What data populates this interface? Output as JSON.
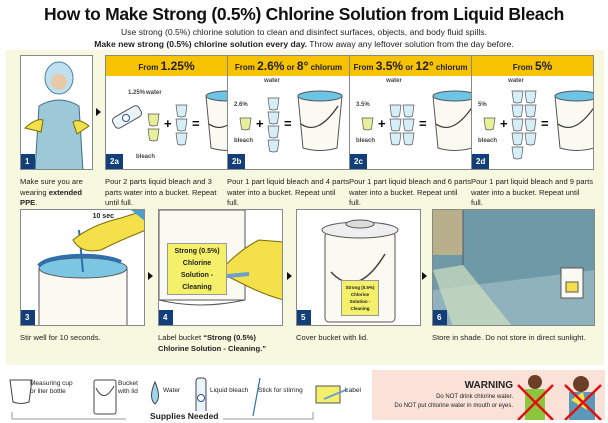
{
  "title": "How to Make Strong (0.5%) Chlorine Solution from Liquid Bleach",
  "subtitle": "Use strong (0.5%) chlorine solution to clean and disinfect surfaces, objects, and body fluid spills.",
  "subtitle2_bold": "Make new strong (0.5%) chlorine solution every day.",
  "subtitle2_rest": " Throw away any leftover solution from the day before.",
  "step1": {
    "num": "1",
    "text_pre": "Make sure you are wearing ",
    "text_bold": "extended PPE",
    "text_post": "."
  },
  "mixes": [
    {
      "num": "2a",
      "from": "From ",
      "pct": "1.25%",
      "extra": "",
      "extra_unit": "",
      "bleach_pct": "1.25%",
      "water": "water",
      "bleach": "bleach",
      "text": "Pour 2 parts liquid bleach and 3 parts water into a bucket. Repeat until full.",
      "bleach_parts": 2,
      "water_parts": 3
    },
    {
      "num": "2b",
      "from": "From ",
      "pct": "2.6%",
      "extra": " or ",
      "extra_big": "8°",
      "extra_unit": " chlorum",
      "bleach_pct": "2.6%",
      "water": "water",
      "bleach": "bleach",
      "text": "Pour 1 part liquid bleach and 4 parts water into a bucket. Repeat until full.",
      "bleach_parts": 1,
      "water_parts": 4
    },
    {
      "num": "2c",
      "from": "From ",
      "pct": "3.5%",
      "extra": " or ",
      "extra_big": "12°",
      "extra_unit": " chlorum",
      "bleach_pct": "3.5%",
      "water": "water",
      "bleach": "bleach",
      "text": "Pour 1 part liquid bleach and 6 parts water into a bucket. Repeat until full.",
      "bleach_parts": 1,
      "water_parts": 6
    },
    {
      "num": "2d",
      "from": "From ",
      "pct": "5%",
      "extra": "",
      "extra_unit": "",
      "bleach_pct": "5%",
      "water": "water",
      "bleach": "bleach",
      "text": "Pour 1 part liquid bleach and 9 parts water into a bucket. Repeat until full.",
      "bleach_parts": 1,
      "water_parts": 9
    }
  ],
  "step3": {
    "num": "3",
    "timer": "10 sec",
    "text": "Stir well for 10 seconds."
  },
  "step4": {
    "num": "4",
    "label_lines": [
      "Strong (0.5%)",
      "Chlorine",
      "Solution -",
      "Cleaning"
    ],
    "text_pre": "Label bucket ",
    "text_bold": "“Strong (0.5%) Chlorine Solution - Cleaning.”"
  },
  "step5": {
    "num": "5",
    "label_lines": [
      "Strong (0.5%)",
      "Chlorine",
      "Solution -",
      "Cleaning"
    ],
    "text": "Cover bucket with lid."
  },
  "step6": {
    "num": "6",
    "text": "Store in shade. Do not store in direct sunlight."
  },
  "supplies": {
    "title": "Supplies Needed",
    "items": [
      "Measuring cup or liter bottle",
      "Bucket with lid",
      "Water",
      "Liquid bleach",
      "Stick for stirring",
      "Label"
    ]
  },
  "warning": {
    "title": "WARNING",
    "line1": "Do NOT drink chlorine water.",
    "line2": "Do NOT put chlorine water in mouth or eyes."
  },
  "colors": {
    "accent": "#f7c200",
    "step_badge": "#123f7a",
    "background": "#f6f8df",
    "warning_bg": "#fbe2d9"
  }
}
